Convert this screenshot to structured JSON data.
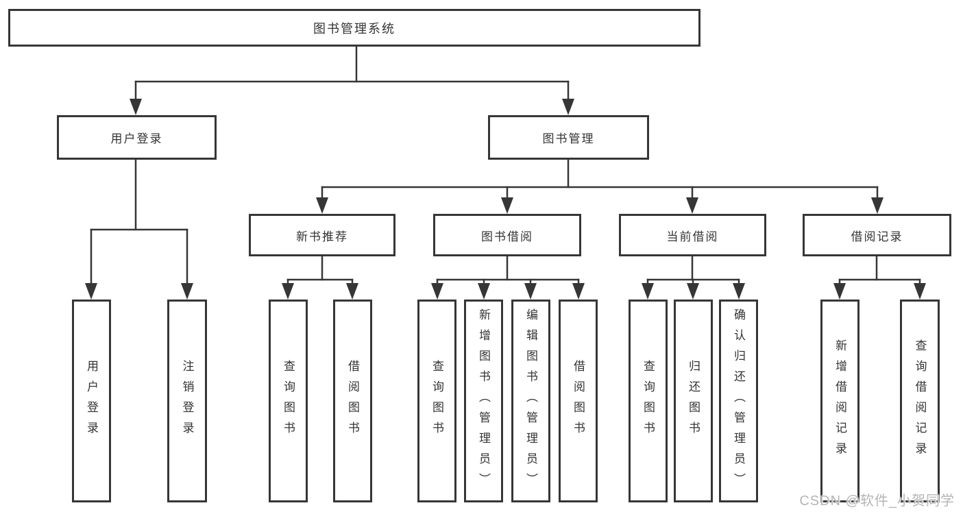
{
  "diagram": {
    "root": {
      "label": "图书管理系统"
    },
    "user_login": {
      "label": "用户登录",
      "children": [
        {
          "label": "用户登录"
        },
        {
          "label": "注销登录"
        }
      ]
    },
    "book_mgmt": {
      "label": "图书管理",
      "sections": [
        {
          "label": "新书推荐",
          "children": [
            {
              "label": "查询图书"
            },
            {
              "label": "借阅图书"
            }
          ]
        },
        {
          "label": "图书借阅",
          "children": [
            {
              "label": "查询图书"
            },
            {
              "label": "新增图书（管理员）"
            },
            {
              "label": "编辑图书（管理员）"
            },
            {
              "label": "借阅图书"
            }
          ]
        },
        {
          "label": "当前借阅",
          "children": [
            {
              "label": "查询图书"
            },
            {
              "label": "归还图书"
            },
            {
              "label": "确认归还（管理员）"
            }
          ]
        },
        {
          "label": "借阅记录",
          "children": [
            {
              "label": "新增借阅记录"
            },
            {
              "label": "查询借阅记录"
            }
          ]
        }
      ]
    },
    "watermark": "CSDN @软件_小贺同学",
    "colors": {
      "line": "#363636",
      "text": "#333333",
      "watermark": "#b5b5b5"
    }
  }
}
